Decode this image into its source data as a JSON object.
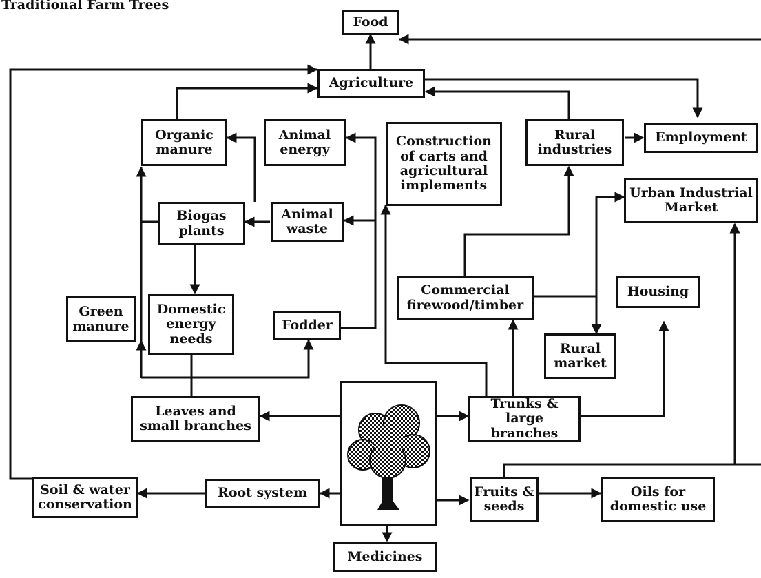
{
  "title": "Traditional Farm Trees",
  "colors": {
    "ink": "#111111",
    "paper": "#ffffff"
  },
  "nodes": {
    "food": "Food",
    "agriculture": "Agriculture",
    "organic_manure": "Organic\nmanure",
    "animal_energy": "Animal\nenergy",
    "construction": "Construction\nof carts and\nagricultural\nimplements",
    "rural_industries": "Rural\nindustries",
    "employment": "Employment",
    "urban_market": "Urban Industrial\nMarket",
    "biogas": "Biogas\nplants",
    "animal_waste": "Animal\nwaste",
    "commercial_firewood": "Commercial\nfirewood/timber",
    "housing": "Housing",
    "green_manure": "Green\nmanure",
    "domestic_energy": "Domestic\nenergy\nneeds",
    "fodder": "Fodder",
    "rural_market": "Rural\nmarket",
    "leaves": "Leaves and\nsmall branches",
    "trunks": "Trunks &\nlarge branches",
    "soil_water": "Soil & water\nconservation",
    "root_system": "Root system",
    "fruits_seeds": "Fruits &\nseeds",
    "oils": "Oils for\ndomestic use",
    "medicines": "Medicines"
  },
  "tree_icon": "tree-icon"
}
